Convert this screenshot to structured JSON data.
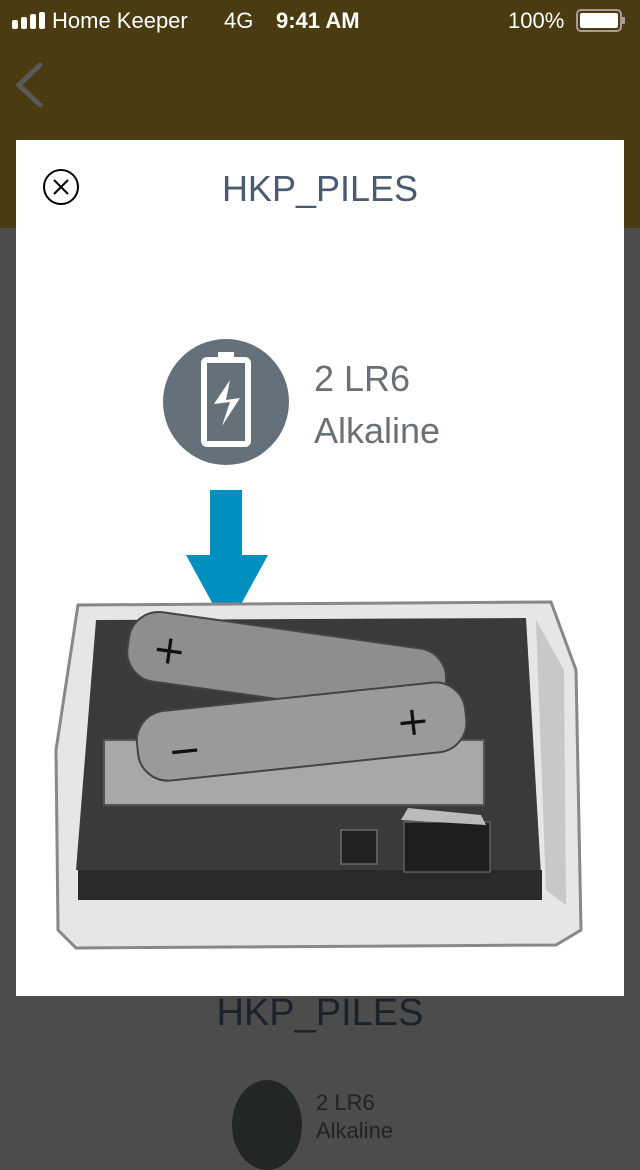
{
  "status_bar": {
    "carrier": "Home Keeper",
    "network": "4G",
    "time": "9:41 AM",
    "battery": "100%"
  },
  "nav": {
    "back_icon": "chevron-left-icon"
  },
  "background": {
    "title": "HKP_PILES",
    "battery_line1": "2 LR6",
    "battery_line2": "Alkaline"
  },
  "modal": {
    "title": "HKP_PILES",
    "close_icon": "close-circle-icon",
    "battery_line1": "2 LR6",
    "battery_line2": "Alkaline",
    "accent": "#0090c0"
  }
}
